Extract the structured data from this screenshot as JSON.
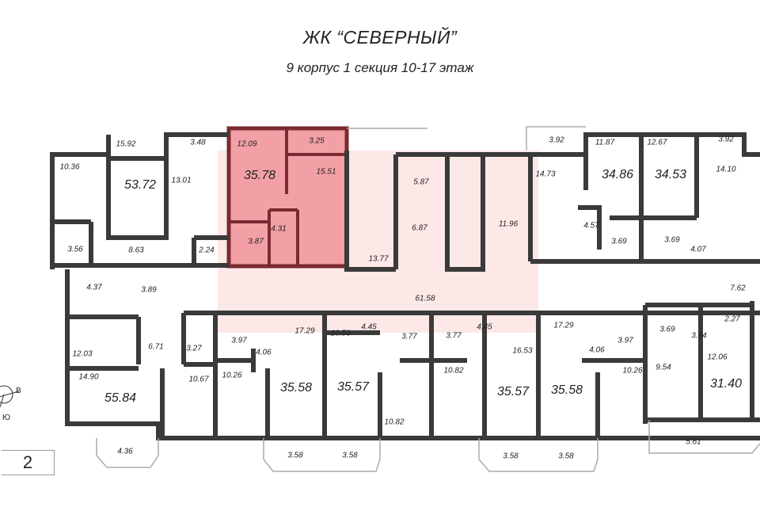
{
  "header": {
    "title": "ЖК “СЕВЕРНЫЙ”",
    "subtitle": "9 корпус 1 секция 10-17 этаж"
  },
  "colors": {
    "wall": "#3a3a3a",
    "highlight": "#e8707a",
    "highlight_wall": "#7a2a30",
    "watermark": "#fde8e8"
  },
  "apartment_areas": [
    "53.72",
    "35.78",
    "34.86",
    "34.53",
    "55.84",
    "35.58",
    "35.57",
    "35.57",
    "35.58",
    "31.40"
  ],
  "rooms": [
    "15.92",
    "3.48",
    "12.09",
    "3.25",
    "10.36",
    "13.01",
    "15.51",
    "4.31",
    "3.87",
    "3.56",
    "8.63",
    "2.24",
    "13.77",
    "4.37",
    "3.89",
    "3.92",
    "11.87",
    "12.67",
    "3.92",
    "5.87",
    "14.73",
    "14.10",
    "11.96",
    "6.87",
    "4.57",
    "3.69",
    "3.69",
    "4.07",
    "7.62",
    "61.58",
    "17.29",
    "16.53",
    "6.71",
    "3.27",
    "3.97",
    "4.06",
    "12.03",
    "14.90",
    "10.67",
    "10.26",
    "4.36",
    "3.58",
    "3.58",
    "4.45",
    "3.77",
    "3.77",
    "4.45",
    "17.29",
    "16.53",
    "3.97",
    "3.69",
    "3.84",
    "2.27",
    "4.06",
    "12.06",
    "10.82",
    "10.26",
    "9.54",
    "10.82",
    "5.61",
    "3.58",
    "3.58"
  ],
  "compass": {
    "east": "В",
    "south": "Ю"
  },
  "section_number": "2"
}
